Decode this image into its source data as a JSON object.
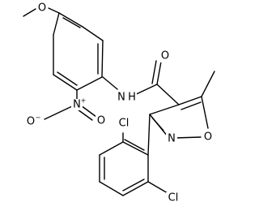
{
  "atom_labels": {
    "methoxy_o": "O",
    "carbonyl_o": "O",
    "amide_nh": "N",
    "amide_h": "H",
    "nitro_n": "N",
    "nitro_o_left": "O",
    "nitro_o_right": "O",
    "isoxazole_n": "N",
    "isoxazole_o": "O",
    "cl_top": "Cl",
    "cl_bottom": "Cl"
  },
  "charges": {
    "nitro_n": "+",
    "nitro_o_left": "−"
  }
}
